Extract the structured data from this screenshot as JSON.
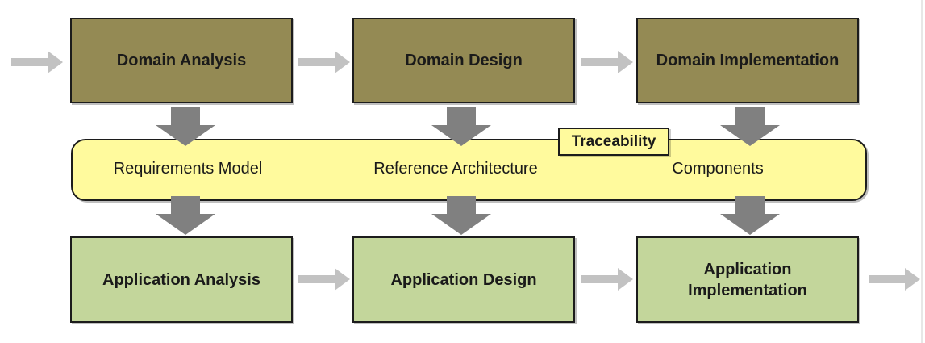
{
  "colors": {
    "box_brown": "#948A54",
    "box_green": "#C3D69B",
    "band_yellow": "#FFFA9D",
    "arrow_light": "#C2C2C2",
    "arrow_dark": "#808080",
    "outline": "#1C1C1C",
    "text": "#1A1A1A",
    "page_edge": "#E7E7E7"
  },
  "top_row": [
    {
      "label": "Domain Analysis"
    },
    {
      "label": "Domain Design"
    },
    {
      "label": "Domain Implementation"
    }
  ],
  "band": {
    "artifacts": [
      {
        "label": "Requirements Model"
      },
      {
        "label": "Reference Architecture"
      },
      {
        "label": "Components"
      }
    ],
    "tag_label": "Traceability"
  },
  "bottom_row": [
    {
      "label": "Application Analysis"
    },
    {
      "label": "Application Design"
    },
    {
      "label": "Application Implementation"
    }
  ]
}
